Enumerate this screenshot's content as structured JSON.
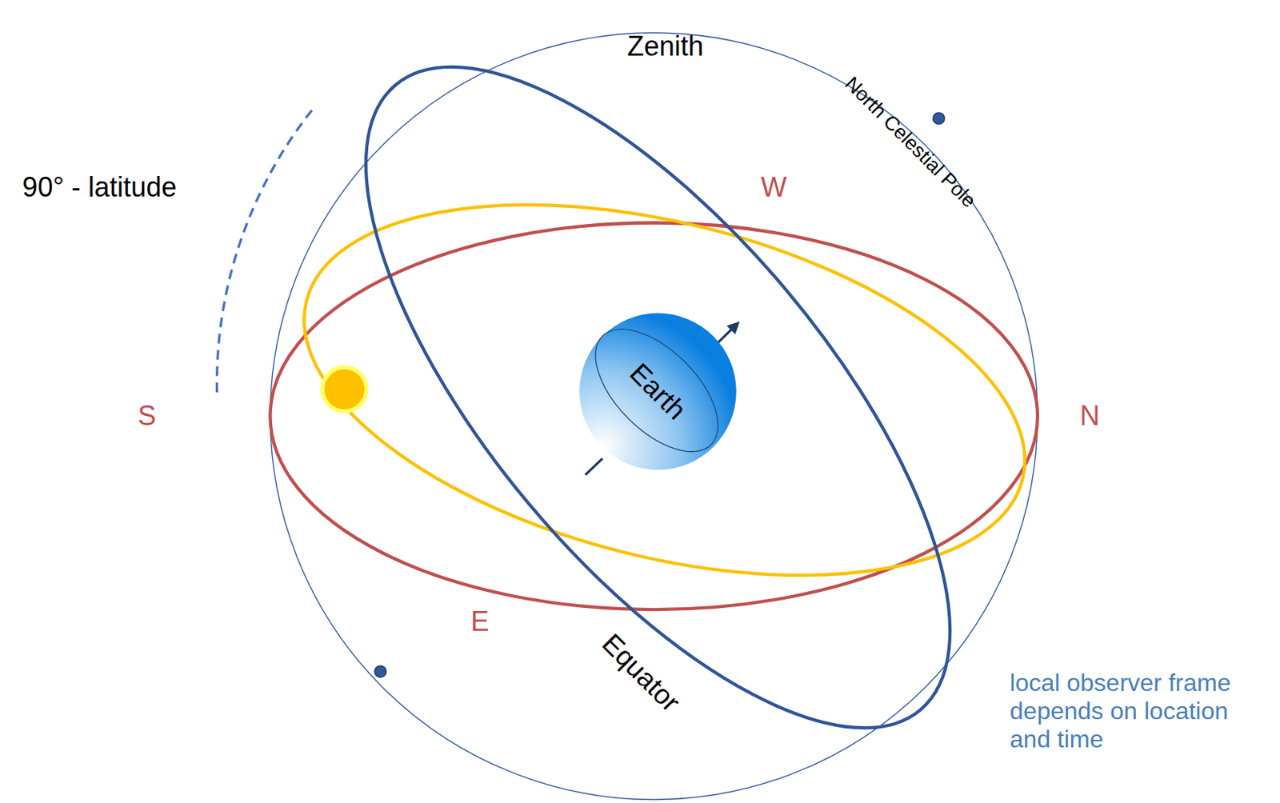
{
  "diagram": {
    "nodes": [
      {
        "text": [
          "Earth"
        ]
      }
    ],
    "labels": [
      "Zenith",
      "North Celestial Pole",
      "W",
      "90° - latitude",
      "S",
      "N",
      "E",
      "Equator",
      "local observer frame depends on location and time"
    ]
  }
}
